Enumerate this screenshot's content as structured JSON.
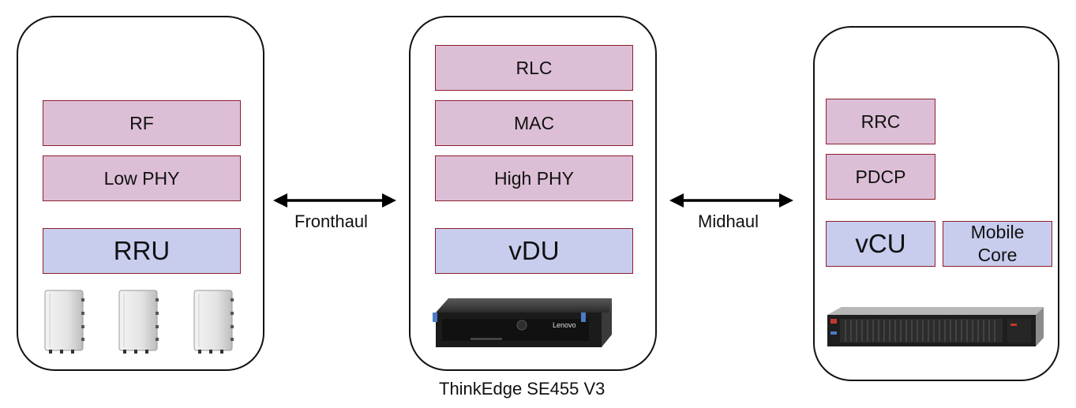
{
  "left_panel": {
    "layers": [
      "RF",
      "Low PHY"
    ],
    "node": "RRU"
  },
  "center_panel": {
    "layers": [
      "RLC",
      "MAC",
      "High PHY"
    ],
    "node": "vDU",
    "caption": "ThinkEdge SE455 V3",
    "server_brand": "Lenovo"
  },
  "right_panel": {
    "layers": [
      "RRC",
      "PDCP"
    ],
    "node": "vCU",
    "core_line1": "Mobile",
    "core_line2": "Core"
  },
  "links": {
    "fronthaul": "Fronthaul",
    "midhaul": "Midhaul"
  },
  "colors": {
    "layer_fill": "#dcbfd6",
    "node_fill": "#c8cdee",
    "box_border": "#8e1e2e"
  }
}
